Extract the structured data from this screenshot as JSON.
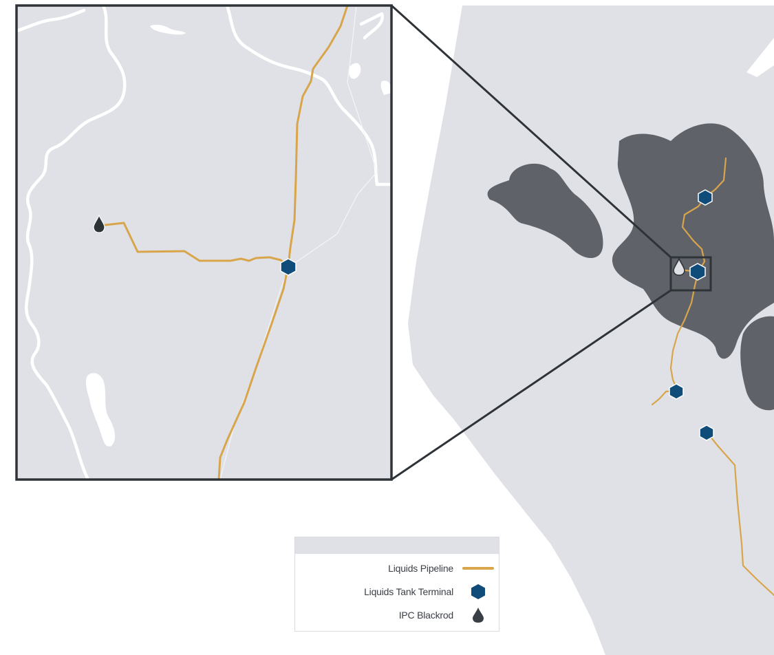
{
  "legend": {
    "items": [
      {
        "label": "Liquids Pipeline",
        "symbol": "pipeline-line"
      },
      {
        "label": "Liquids Tank Terminal",
        "symbol": "hexagon"
      },
      {
        "label": "IPC Blackrod",
        "symbol": "oil-drop"
      }
    ]
  },
  "colors": {
    "land": "#dfe1e6",
    "water": "#ffffff",
    "region": "#5f6369",
    "pipeline": "#d9a54a",
    "terminal": "#0f4c79",
    "site": "#3a3f46",
    "frame": "#2e3338"
  }
}
